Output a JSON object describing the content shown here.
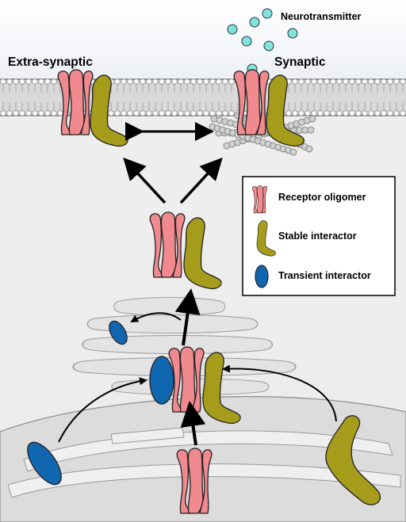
{
  "labels": {
    "extra_synaptic": "Extra-synaptic",
    "synaptic": "Synaptic",
    "neurotransmitter": "Neurotransmitter"
  },
  "legend": {
    "receptor": "Receptor oligomer",
    "stable": "Stable interactor",
    "transient": "Transient interactor"
  },
  "colors": {
    "receptor": "#f08a8e",
    "stable": "#a69c1b",
    "transient": "#1166b0",
    "neurotransmitter": "#7fe3e0",
    "membrane": "#d8d8d8",
    "cytoplasm": "#ededed"
  }
}
